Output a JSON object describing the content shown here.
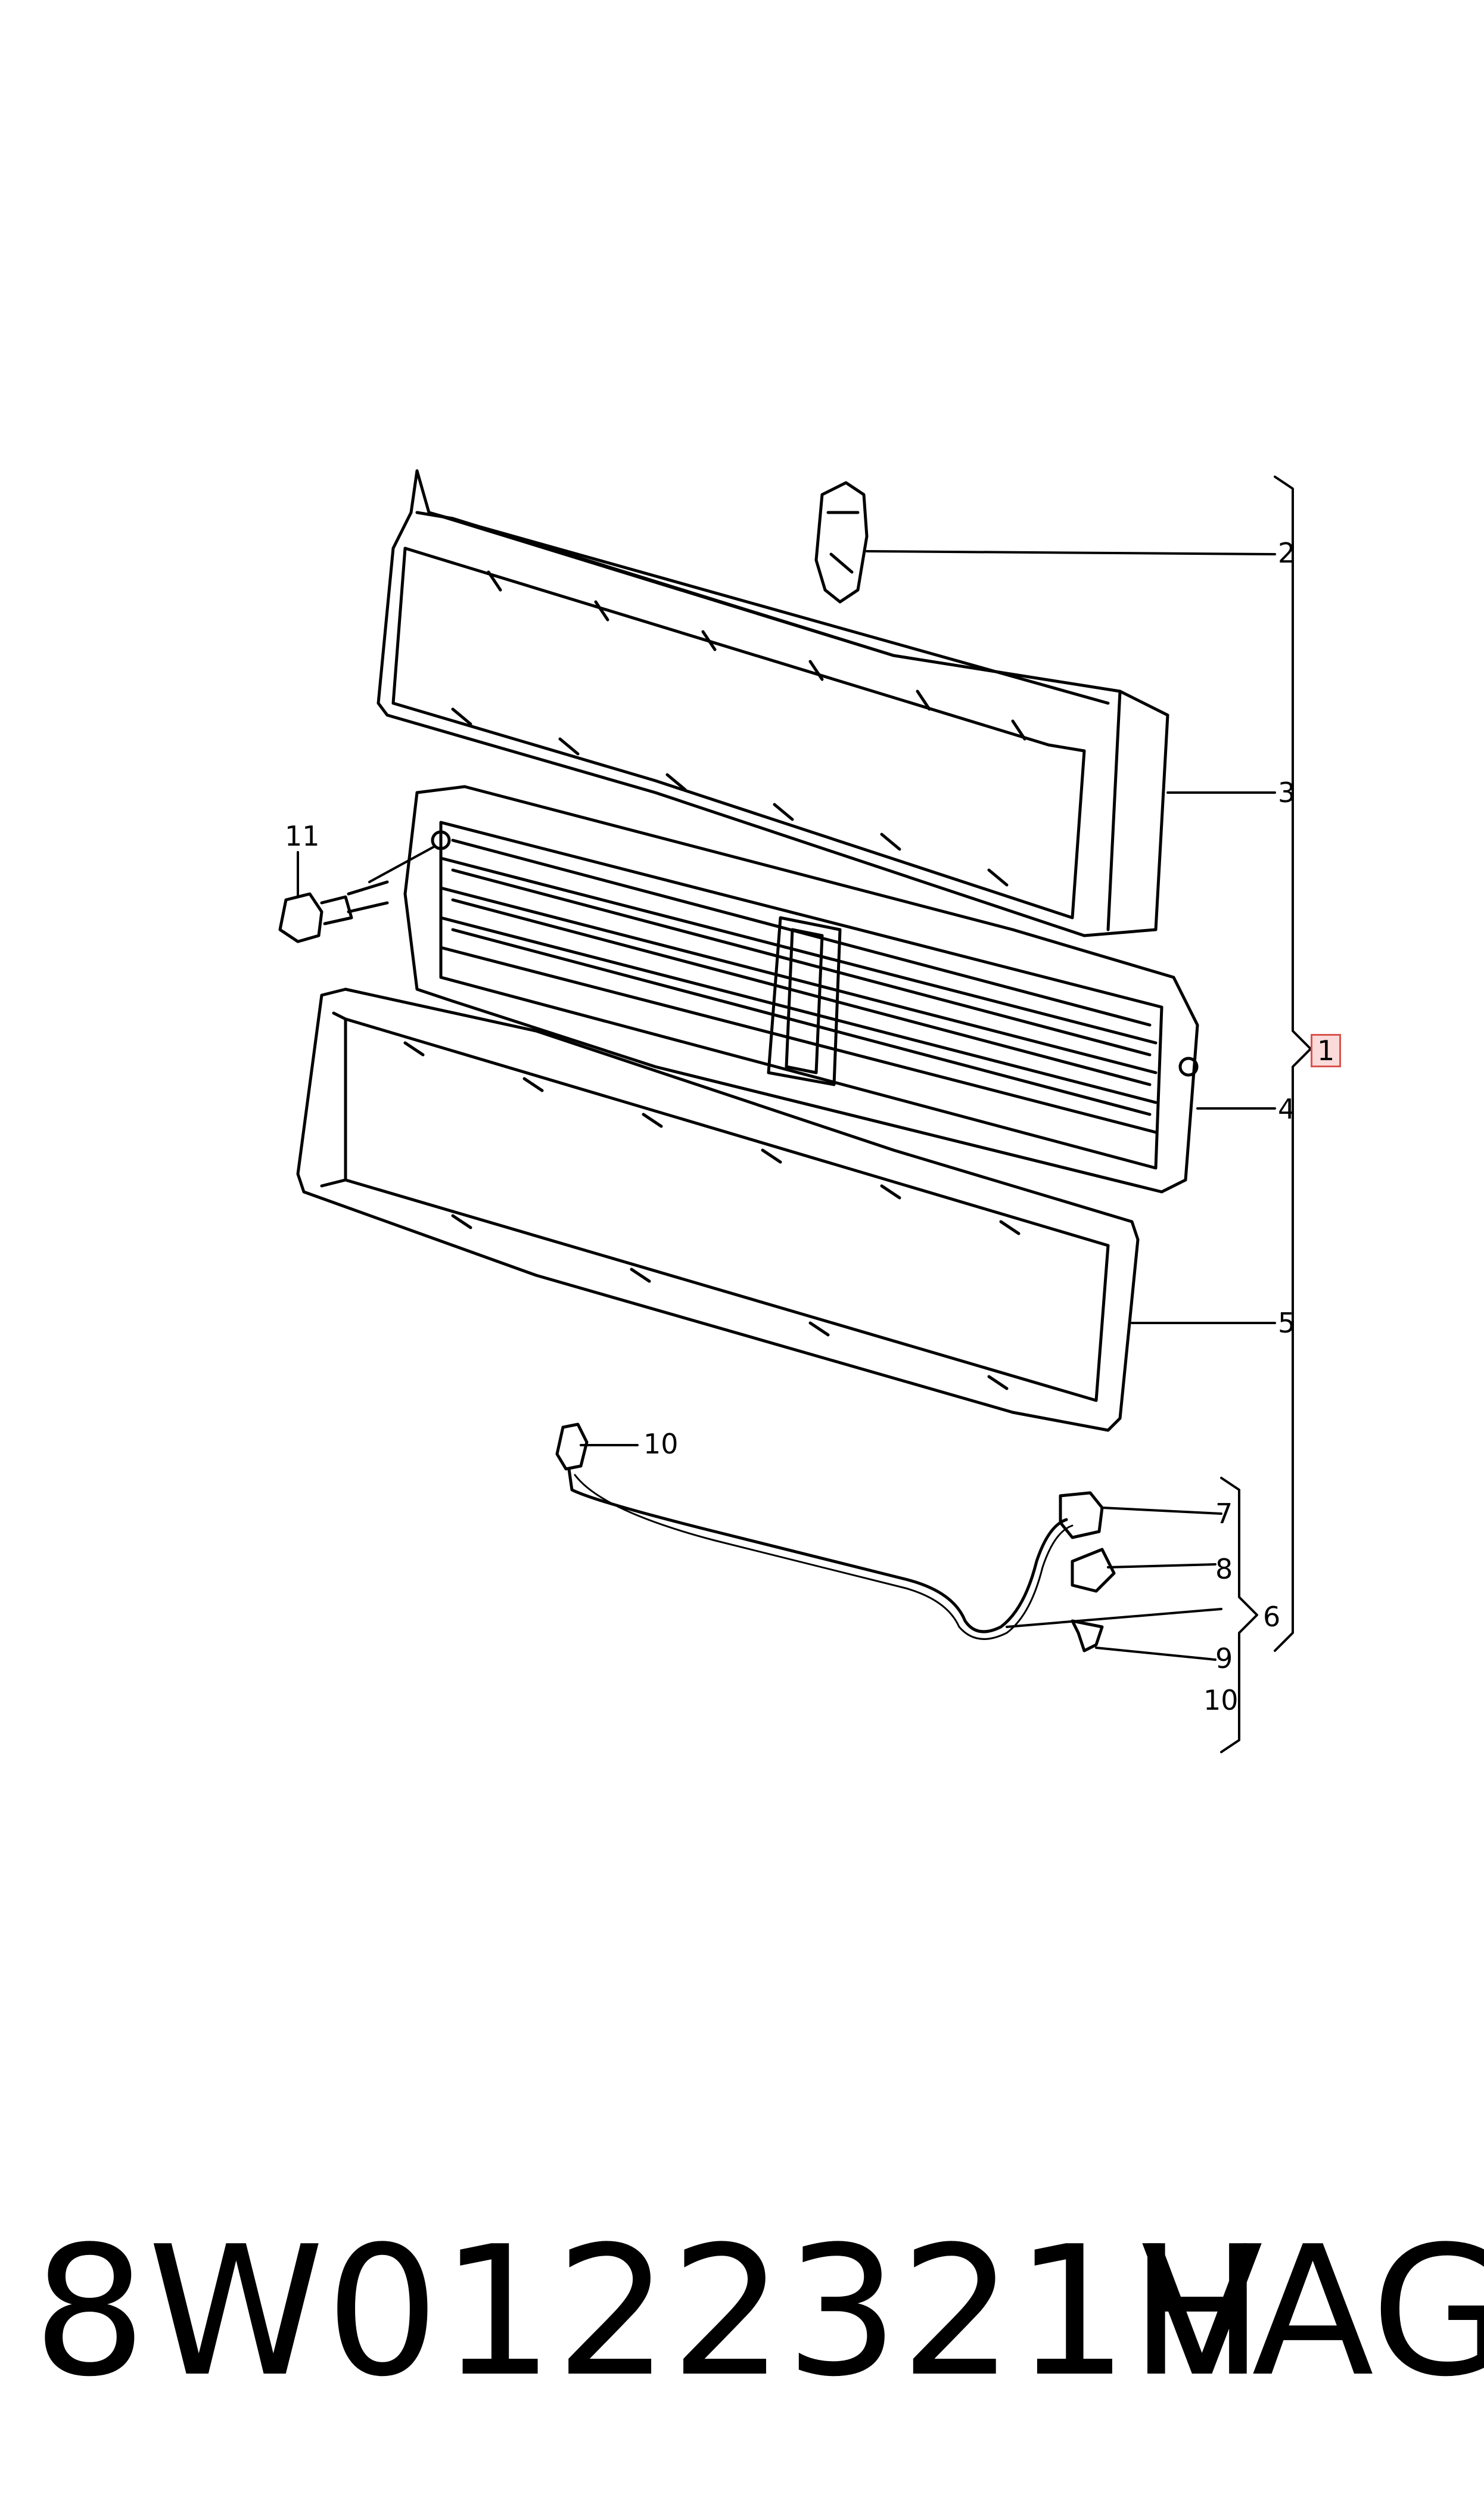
{
  "callouts": {
    "c1": "1",
    "c2": "2",
    "c3": "3",
    "c4": "4",
    "c5": "5",
    "c6": "6",
    "c7": "7",
    "c8": "8",
    "c9": "9",
    "c10_sub": "10",
    "c10_wire": "10",
    "c11": "11"
  },
  "footer": {
    "part_number": "8W0122321H",
    "brand": "VAG"
  },
  "colors": {
    "line": "#000000",
    "highlight_border": "#d9534f",
    "highlight_fill": "#fbdada"
  }
}
